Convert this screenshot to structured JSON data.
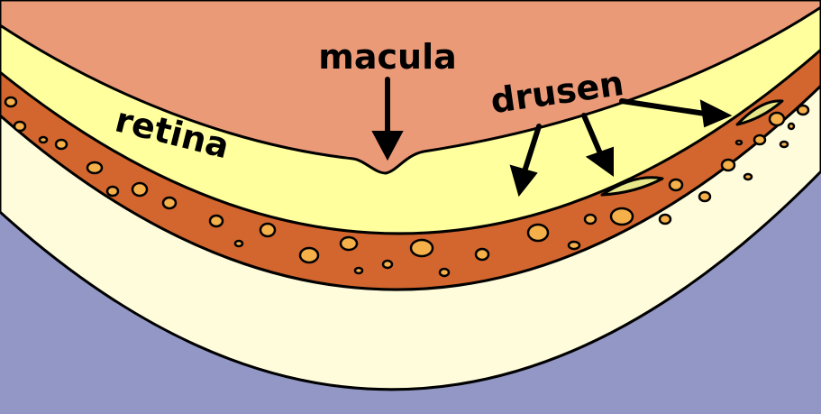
{
  "labels": {
    "macula": "macula",
    "drusen": "drusen",
    "retina": "retina"
  },
  "colors": {
    "vitreous": "#EB9A78",
    "retina": "#FFFF9E",
    "drusen_deposit": "#E8E88A",
    "choroid": "#D2662E",
    "choroid_granule": "#F5B04A",
    "sclera": "#FFFCDC",
    "background_outer": "#9397C6",
    "outline": "#000000"
  }
}
